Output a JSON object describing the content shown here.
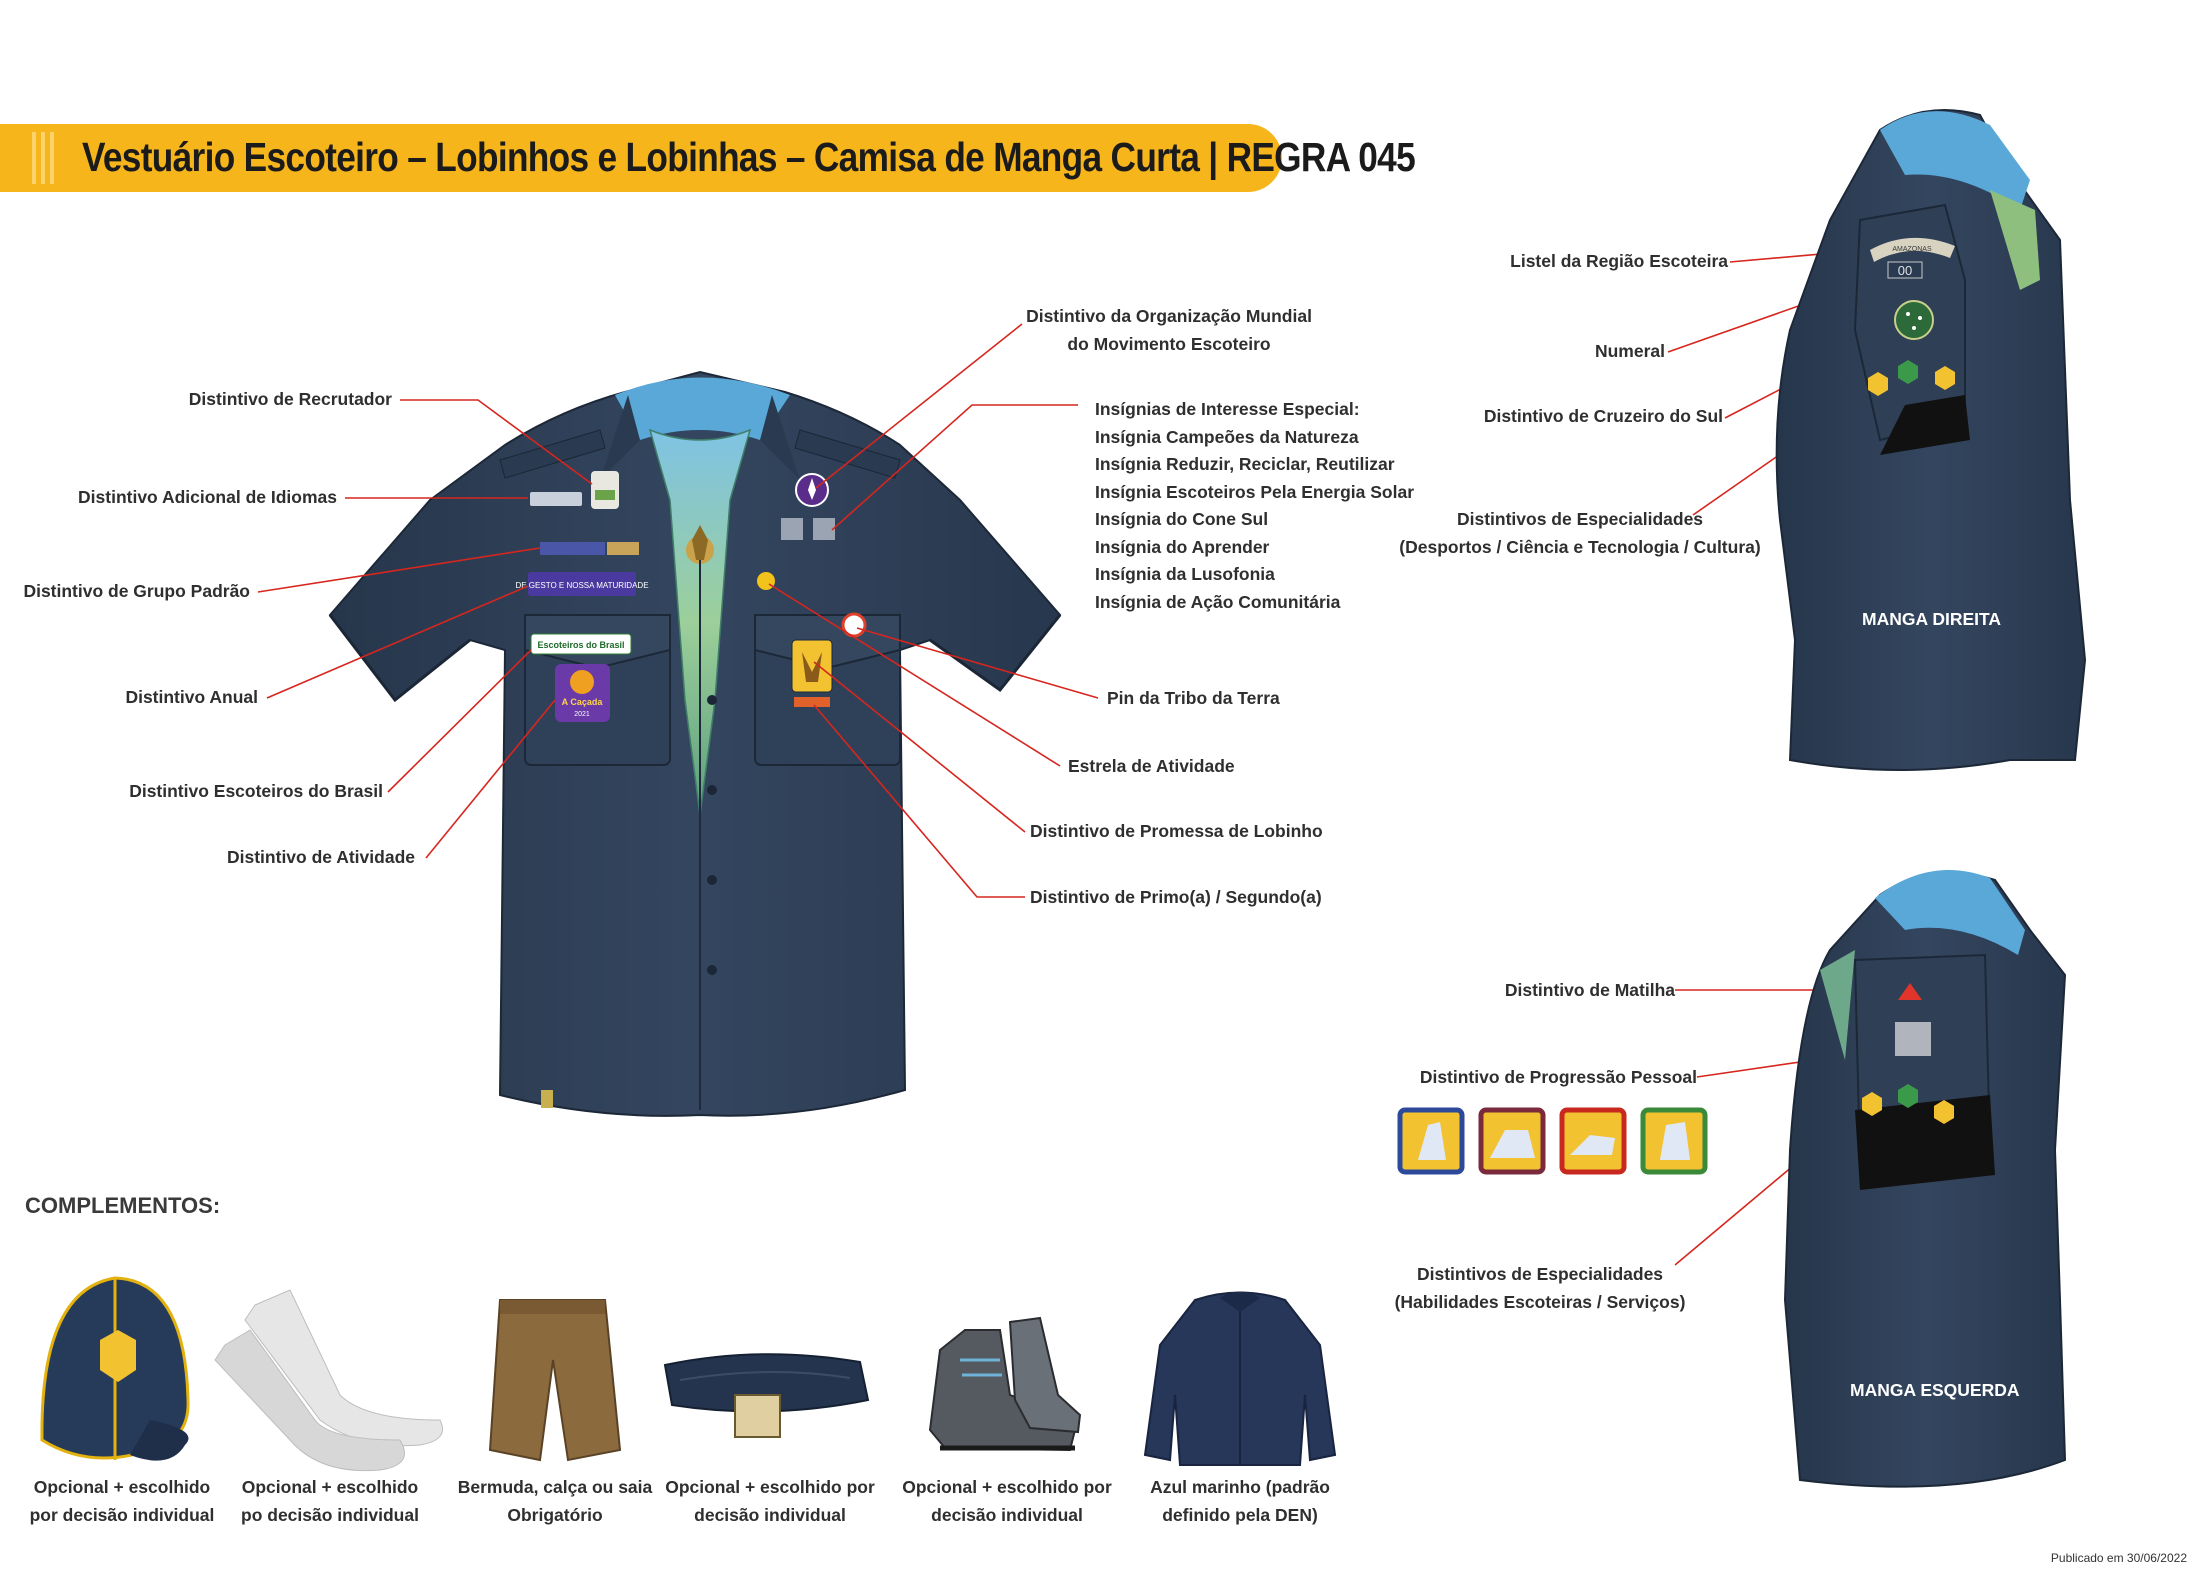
{
  "title": "Vestuário Escoteiro – Lobinhos e Lobinhas – Camisa de Manga Curta | REGRA 045",
  "left_labels": [
    "Distintivo de Recrutador",
    "Distintivo Adicional de Idiomas",
    "Distintivo de Grupo Padrão",
    "Distintivo Anual",
    "Distintivo Escoteiros do Brasil",
    "Distintivo de Atividade"
  ],
  "right_labels": {
    "world_org": [
      "Distintivo da Organização Mundial",
      "do Movimento Escoteiro"
    ],
    "special_interest": [
      "Insígnias de Interesse Especial:",
      "Insígnia Campeões da Natureza",
      "Insígnia Reduzir, Reciclar, Reutilizar",
      "Insígnia Escoteiros Pela Energia Solar",
      "Insígnia do Cone Sul",
      "Insígnia do Aprender",
      "Insígnia da Lusofonia",
      "Insígnia de Ação Comunitária"
    ],
    "pin_tribo": "Pin da Tribo da Terra",
    "estrela": "Estrela de Atividade",
    "promessa": "Distintivo de Promessa de Lobinho",
    "primo": "Distintivo de Primo(a) / Segundo(a)"
  },
  "right_sleeve": {
    "listel": "Listel da Região Escoteira",
    "numeral": "Numeral",
    "cruzeiro": "Distintivo de Cruzeiro do Sul",
    "especialidades": [
      "Distintivos de Especialidades",
      "(Desportos / Ciência e Tecnologia / Cultura)"
    ],
    "caption": "MANGA DIREITA",
    "listel_text": "AMAZONAS",
    "numeral_text": "00"
  },
  "left_sleeve": {
    "matilha": "Distintivo de Matilha",
    "progressao": "Distintivo de Progressão Pessoal",
    "especialidades": [
      "Distintivos de Especialidades",
      "(Habilidades Escoteiras / Serviços)"
    ],
    "caption": "MANGA ESQUERDA"
  },
  "complementos_heading": "COMPLEMENTOS:",
  "complementos": [
    {
      "icon": "cap-icon",
      "lines": [
        "Opcional + escolhido",
        "por decisão individual"
      ]
    },
    {
      "icon": "socks-icon",
      "lines": [
        "Opcional + escolhido",
        "po decisão individual"
      ]
    },
    {
      "icon": "shorts-icon",
      "lines": [
        "Bermuda, calça ou saia",
        "Obrigatório"
      ]
    },
    {
      "icon": "belt-icon",
      "lines": [
        "Opcional + escolhido por",
        "decisão individual"
      ]
    },
    {
      "icon": "boot-icon",
      "lines": [
        "Opcional + escolhido por",
        "decisão individual"
      ]
    },
    {
      "icon": "jacket-icon",
      "lines": [
        "Azul marinho (padrão",
        "definido pela DEN)"
      ]
    }
  ],
  "shirt_badges": {
    "grupo_text": "DE GESTO E NOSSA MATURIDADE",
    "ebrasil_text": "Escoteiros do Brasil",
    "atividade_text": "A Caçada",
    "atividade_year": "2021"
  },
  "published": "Publicado em 30/06/2022",
  "colors": {
    "banner": "#f7b51c",
    "shirt": "#2e3f56",
    "leader_line": "#d6261e",
    "scarf_blue": "#5aa8d8",
    "scarf_green": "#7dbb8a"
  }
}
